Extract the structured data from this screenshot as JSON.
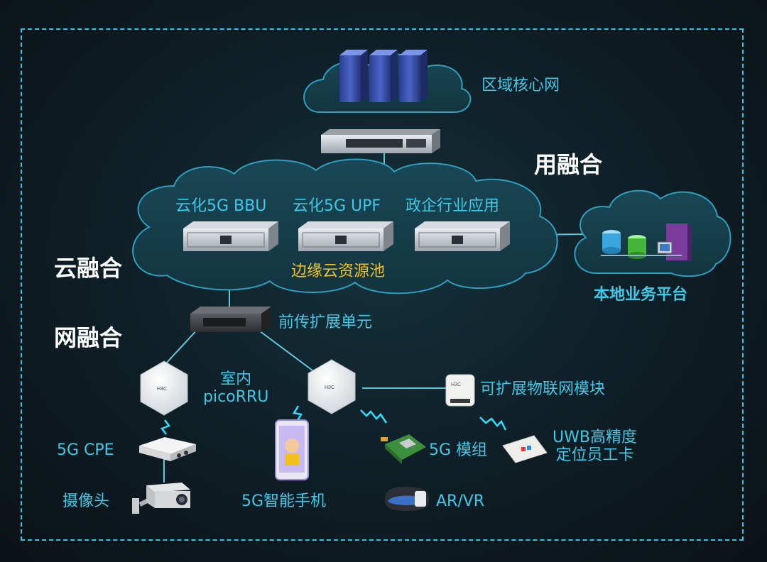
{
  "zones": {
    "cloud_fusion": "云融合",
    "app_fusion": "用融合",
    "network_fusion": "网融合"
  },
  "nodes": {
    "core_network": "区域核心网",
    "cloud_bbu": "云化5G BBU",
    "cloud_upf": "云化5G UPF",
    "gov_apps": "政企行业应用",
    "edge_pool": "边缘云资源池",
    "local_platform": "本地业务平台",
    "fronthaul_unit": "前传扩展单元",
    "indoor_rru": "室内\npicoRRU",
    "iot_module": "可扩展物联网模块",
    "cpe": "5G CPE",
    "camera": "摄像头",
    "phone": "5G智能手机",
    "module_5g": "5G 模组",
    "uwb_card": "UWB高精度\n定位员工卡",
    "arvr": "AR/VR"
  },
  "device_brand": "H3C",
  "icons": [
    "server-rack-icon",
    "switch-icon",
    "rack-server-icon",
    "database-icon",
    "workstation-icon",
    "access-point-icon",
    "cpe-icon",
    "camera-icon",
    "smartphone-icon",
    "module-icon",
    "iot-module-icon",
    "id-card-icon",
    "vr-headset-icon",
    "wireless-signal-icon"
  ],
  "colors": {
    "accent": "#3ec9e8",
    "highlight": "#f2c21a",
    "background": "#0f1a20",
    "link": "#5fc8df"
  }
}
